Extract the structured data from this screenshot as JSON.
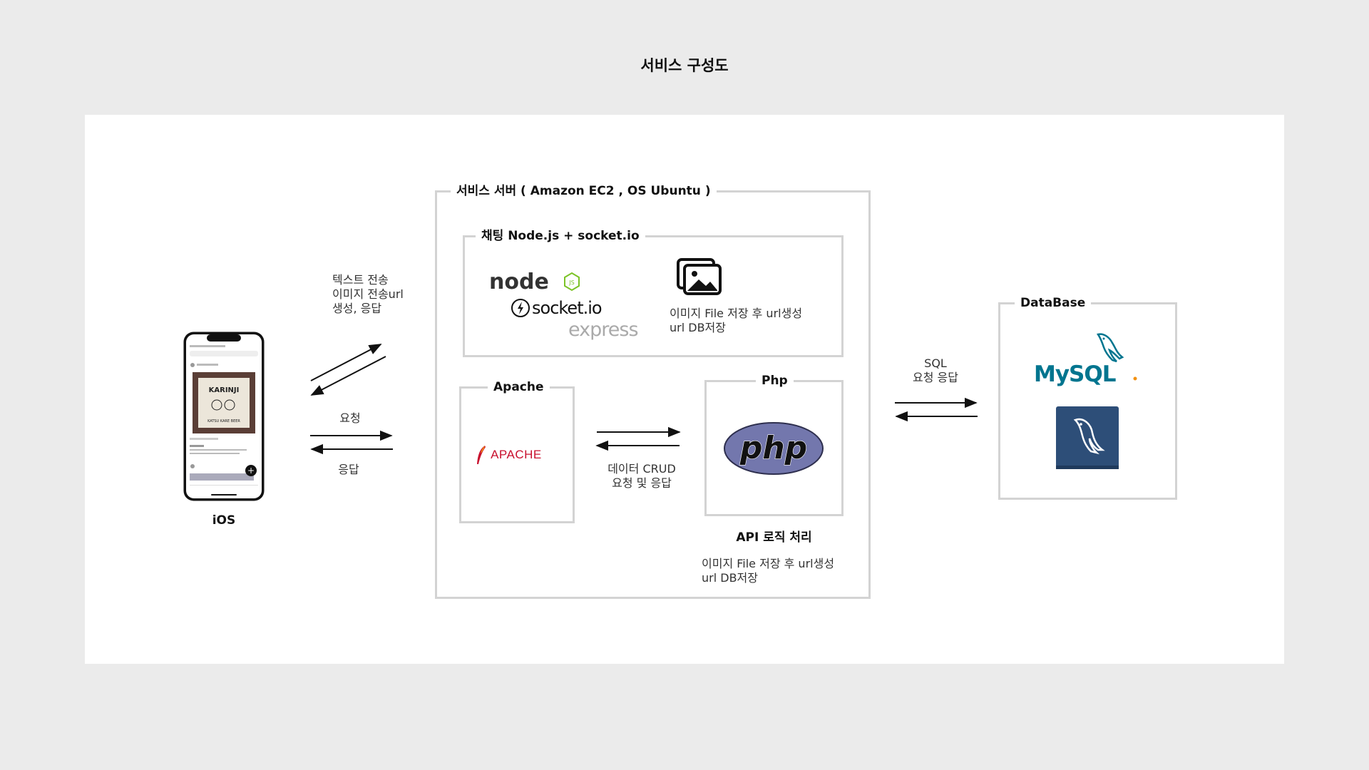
{
  "title": "서비스 구성도",
  "ios": {
    "label": "iOS",
    "phone": {
      "app_title": "KARINJI",
      "app_subtitle": "KATSU KARE BEER"
    }
  },
  "ios_to_server": {
    "upper_label_lines": [
      "텍스트 전송",
      "이미지 전송url",
      "생성, 응답"
    ],
    "request_label": "요청",
    "response_label": "응답"
  },
  "server": {
    "title": "서비스 서버 ( Amazon EC2 , OS Ubuntu )",
    "chat": {
      "title": "채팅 Node.js + socket.io",
      "logos": {
        "node": "node",
        "socket": "socket.io",
        "express": "express"
      },
      "image_icon": "image-gallery-icon",
      "desc_lines": [
        "이미지 File 저장 후 url생성",
        "url DB저장"
      ]
    },
    "apache": {
      "title": "Apache",
      "logo_text": "APACHE",
      "logo_color": "#c8102e"
    },
    "crud_label_lines": [
      "데이터 CRUD",
      "요청 및 응답"
    ],
    "php": {
      "title": "Php",
      "logo_text": "php",
      "logo_color": "#7377ad",
      "caption": "API 로직 처리",
      "desc_lines": [
        "이미지 File 저장 후 url생성",
        "url DB저장"
      ]
    }
  },
  "server_to_db": {
    "label_lines": [
      "SQL",
      "요청 응답"
    ]
  },
  "database": {
    "title": "DataBase",
    "mysql_text": "MySQL",
    "mysql_colors": {
      "my": "#00758f",
      "sql": "#f29111"
    },
    "workbench_icon": "mysql-workbench-icon",
    "workbench_color": "#2d4e78"
  }
}
